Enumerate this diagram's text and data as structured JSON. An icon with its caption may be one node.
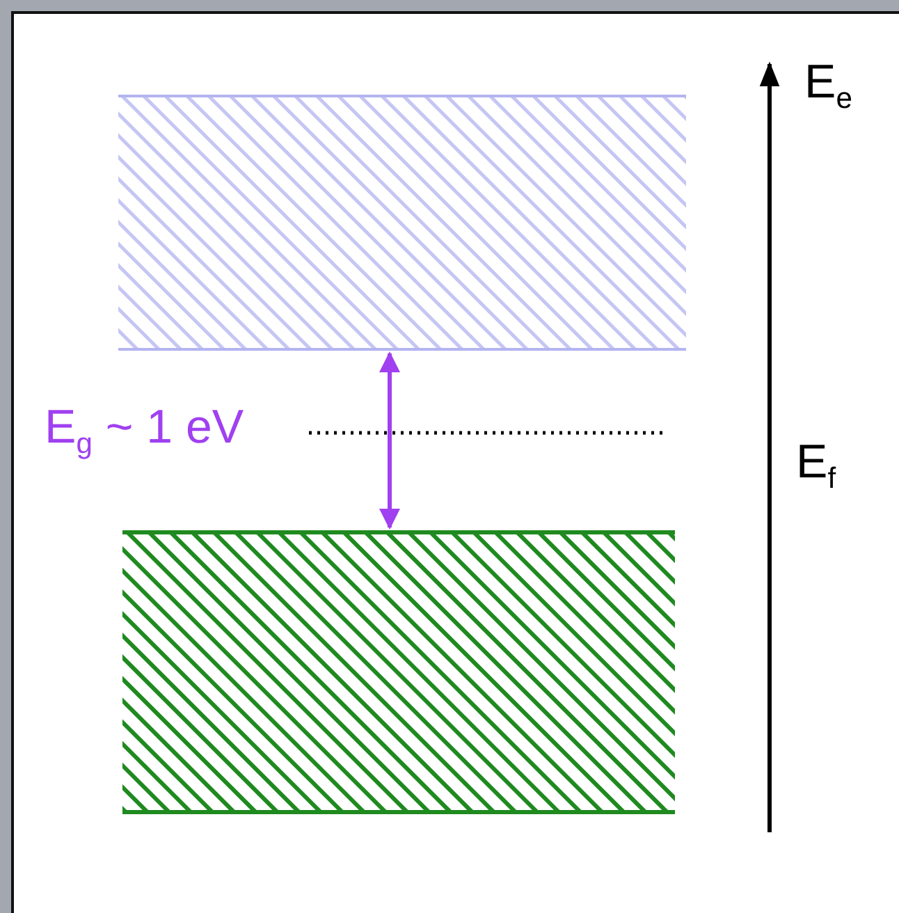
{
  "diagram": {
    "nodes": [
      {
        "text": [],
        "shape": "box"
      },
      {
        "text": [],
        "shape": "box"
      }
    ],
    "edges": [
      {
        "from": 0,
        "to": 1,
        "arrow": "both",
        "label": "E$_{g}$ ~ 1 eV",
        "color": "#a040f0"
      }
    ],
    "labels": [
      "E$_{e}$",
      "E$_{f}$"
    ]
  }
}
